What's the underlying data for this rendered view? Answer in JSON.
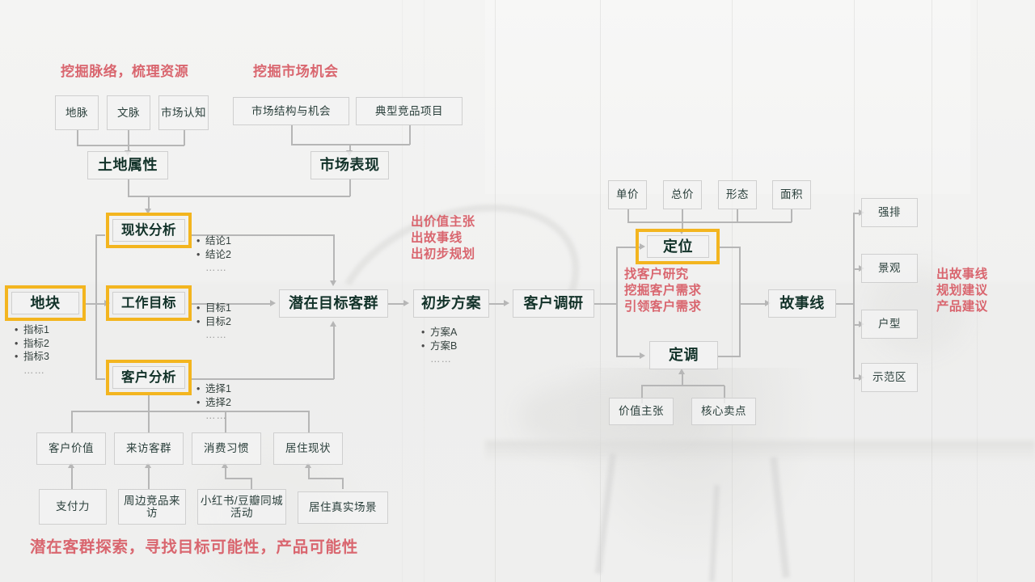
{
  "meta": {
    "palette": {
      "gold_highlight": "#f3b51f",
      "annotation_red": "#d9666f",
      "node_text": "#123229",
      "connector_gray": "#b6b6b6",
      "node_border": "#cfcfcf"
    }
  },
  "annotations": {
    "top_left": "挖掘脉络，梳理资源",
    "top_mid": "挖掘市场机会",
    "center": "出价值主张\n出故事线\n出初步规划",
    "right_positioning": "找客户研究\n挖掘客户需求\n引领客户需求",
    "far_right": "出故事线\n规划建议\n产品建议",
    "footer": "潜在客群探索，寻找目标可能性，产品可能性"
  },
  "nodes": {
    "dimai": "地脉",
    "wenmai": "文脉",
    "shichangrenzhi": "市场认知",
    "shichangjiegou": "市场结构与机会",
    "dianxingjingpin": "典型竞品项目",
    "tudishuxing": "土地属性",
    "shichangbiaoxian": "市场表现",
    "dikuai": "地块",
    "xianzhuangfenxi": "现状分析",
    "gongzuomubiao": "工作目标",
    "kehufenxi": "客户分析",
    "qianzaimubiao": "潜在目标客群",
    "chubufangan": "初步方案",
    "kehudiaoyan": "客户调研",
    "danjia": "单价",
    "zongjia": "总价",
    "xingtai": "形态",
    "mianji": "面积",
    "dingwei": "定位",
    "diaodiao": "定调",
    "jiazhizhuzhang": "价值主张",
    "hexinmaidian": "核心卖点",
    "gushixian": "故事线",
    "qiangpai": "强排",
    "jingguan": "景观",
    "huxing": "户型",
    "shifanqu": "示范区",
    "kehujiazhi": "客户价值",
    "laifangkequn": "来访客群",
    "xiaofeixiguan": "消费习惯",
    "juzhuxianzhuang": "居住现状",
    "zhifuli": "支付力",
    "zhoubianjingpin": "周边竞品来访",
    "xiaohongshu": "小红书/豆瓣同城活动",
    "juzhuzhenshi": "居住真实场景"
  },
  "bullets": {
    "dikuai": [
      "指标1",
      "指标2",
      "指标3",
      "……"
    ],
    "xianzhuang": [
      "结论1",
      "结论2",
      "……"
    ],
    "mubiao": [
      "目标1",
      "目标2",
      "……"
    ],
    "kehu": [
      "选择1",
      "选择2",
      "……"
    ],
    "fangan": [
      "方案A",
      "方案B",
      "……"
    ]
  }
}
